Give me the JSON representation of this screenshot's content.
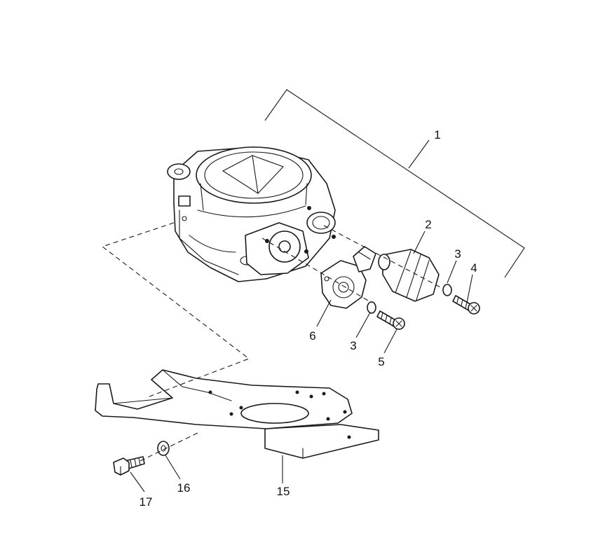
{
  "callouts": {
    "c1": "1",
    "c2": "2",
    "c3a": "3",
    "c4": "4",
    "c6": "6",
    "c3b": "3",
    "c5": "5",
    "c15": "15",
    "c16": "16",
    "c17": "17"
  }
}
